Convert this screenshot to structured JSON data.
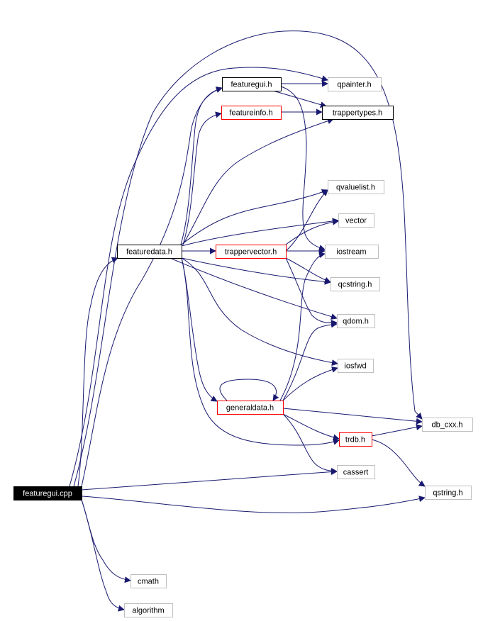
{
  "colors": {
    "edge": "#191970",
    "root_fill": "#000000",
    "root_text": "#ffffff",
    "documented_border": "#000000",
    "truncated_border": "#ff0000",
    "external_border": "#bfbfbf"
  },
  "nodes": {
    "featuregui_cpp": {
      "label": "featuregui.cpp",
      "kind": "root"
    },
    "featuredata_h": {
      "label": "featuredata.h",
      "kind": "documented"
    },
    "featuregui_h": {
      "label": "featuregui.h",
      "kind": "documented"
    },
    "featureinfo_h": {
      "label": "featureinfo.h",
      "kind": "truncated"
    },
    "trappertypes_h": {
      "label": "trappertypes.h",
      "kind": "documented"
    },
    "qpainter_h": {
      "label": "qpainter.h",
      "kind": "external"
    },
    "qvaluelist_h": {
      "label": "qvaluelist.h",
      "kind": "external"
    },
    "vector": {
      "label": "vector",
      "kind": "external"
    },
    "trappervector_h": {
      "label": "trappervector.h",
      "kind": "truncated"
    },
    "iostream": {
      "label": "iostream",
      "kind": "external"
    },
    "qcstring_h": {
      "label": "qcstring.h",
      "kind": "external"
    },
    "qdom_h": {
      "label": "qdom.h",
      "kind": "external"
    },
    "iosfwd": {
      "label": "iosfwd",
      "kind": "external"
    },
    "generaldata_h": {
      "label": "generaldata.h",
      "kind": "truncated"
    },
    "db_cxx_h": {
      "label": "db_cxx.h",
      "kind": "external"
    },
    "trdb_h": {
      "label": "trdb.h",
      "kind": "truncated"
    },
    "cassert": {
      "label": "cassert",
      "kind": "external"
    },
    "qstring_h": {
      "label": "qstring.h",
      "kind": "external"
    },
    "cmath": {
      "label": "cmath",
      "kind": "external"
    },
    "algorithm": {
      "label": "algorithm",
      "kind": "external"
    }
  },
  "edges": [
    {
      "from": "featuregui_cpp",
      "to": "featuredata_h"
    },
    {
      "from": "featuregui_cpp",
      "to": "featuregui_h"
    },
    {
      "from": "featuregui_cpp",
      "to": "qpainter_h"
    },
    {
      "from": "featuregui_cpp",
      "to": "db_cxx_h"
    },
    {
      "from": "featuregui_cpp",
      "to": "cassert"
    },
    {
      "from": "featuregui_cpp",
      "to": "qstring_h"
    },
    {
      "from": "featuregui_cpp",
      "to": "cmath"
    },
    {
      "from": "featuregui_cpp",
      "to": "algorithm"
    },
    {
      "from": "featuregui_h",
      "to": "qpainter_h"
    },
    {
      "from": "featuregui_h",
      "to": "trappertypes_h"
    },
    {
      "from": "featuregui_h",
      "to": "iostream"
    },
    {
      "from": "featureinfo_h",
      "to": "trappertypes_h"
    },
    {
      "from": "featuredata_h",
      "to": "featuregui_h"
    },
    {
      "from": "featuredata_h",
      "to": "featureinfo_h"
    },
    {
      "from": "featuredata_h",
      "to": "trappertypes_h"
    },
    {
      "from": "featuredata_h",
      "to": "qvaluelist_h"
    },
    {
      "from": "featuredata_h",
      "to": "vector"
    },
    {
      "from": "featuredata_h",
      "to": "trappervector_h"
    },
    {
      "from": "featuredata_h",
      "to": "qcstring_h"
    },
    {
      "from": "featuredata_h",
      "to": "qdom_h"
    },
    {
      "from": "featuredata_h",
      "to": "iosfwd"
    },
    {
      "from": "featuredata_h",
      "to": "generaldata_h"
    },
    {
      "from": "featuredata_h",
      "to": "trdb_h"
    },
    {
      "from": "trappervector_h",
      "to": "qvaluelist_h"
    },
    {
      "from": "trappervector_h",
      "to": "vector"
    },
    {
      "from": "trappervector_h",
      "to": "iostream"
    },
    {
      "from": "trappervector_h",
      "to": "qcstring_h"
    },
    {
      "from": "trappervector_h",
      "to": "qdom_h"
    },
    {
      "from": "generaldata_h",
      "to": "generaldata_h"
    },
    {
      "from": "generaldata_h",
      "to": "iostream"
    },
    {
      "from": "generaldata_h",
      "to": "qdom_h"
    },
    {
      "from": "generaldata_h",
      "to": "iosfwd"
    },
    {
      "from": "generaldata_h",
      "to": "db_cxx_h"
    },
    {
      "from": "generaldata_h",
      "to": "trdb_h"
    },
    {
      "from": "generaldata_h",
      "to": "cassert"
    },
    {
      "from": "trdb_h",
      "to": "db_cxx_h"
    },
    {
      "from": "trdb_h",
      "to": "qstring_h"
    }
  ]
}
